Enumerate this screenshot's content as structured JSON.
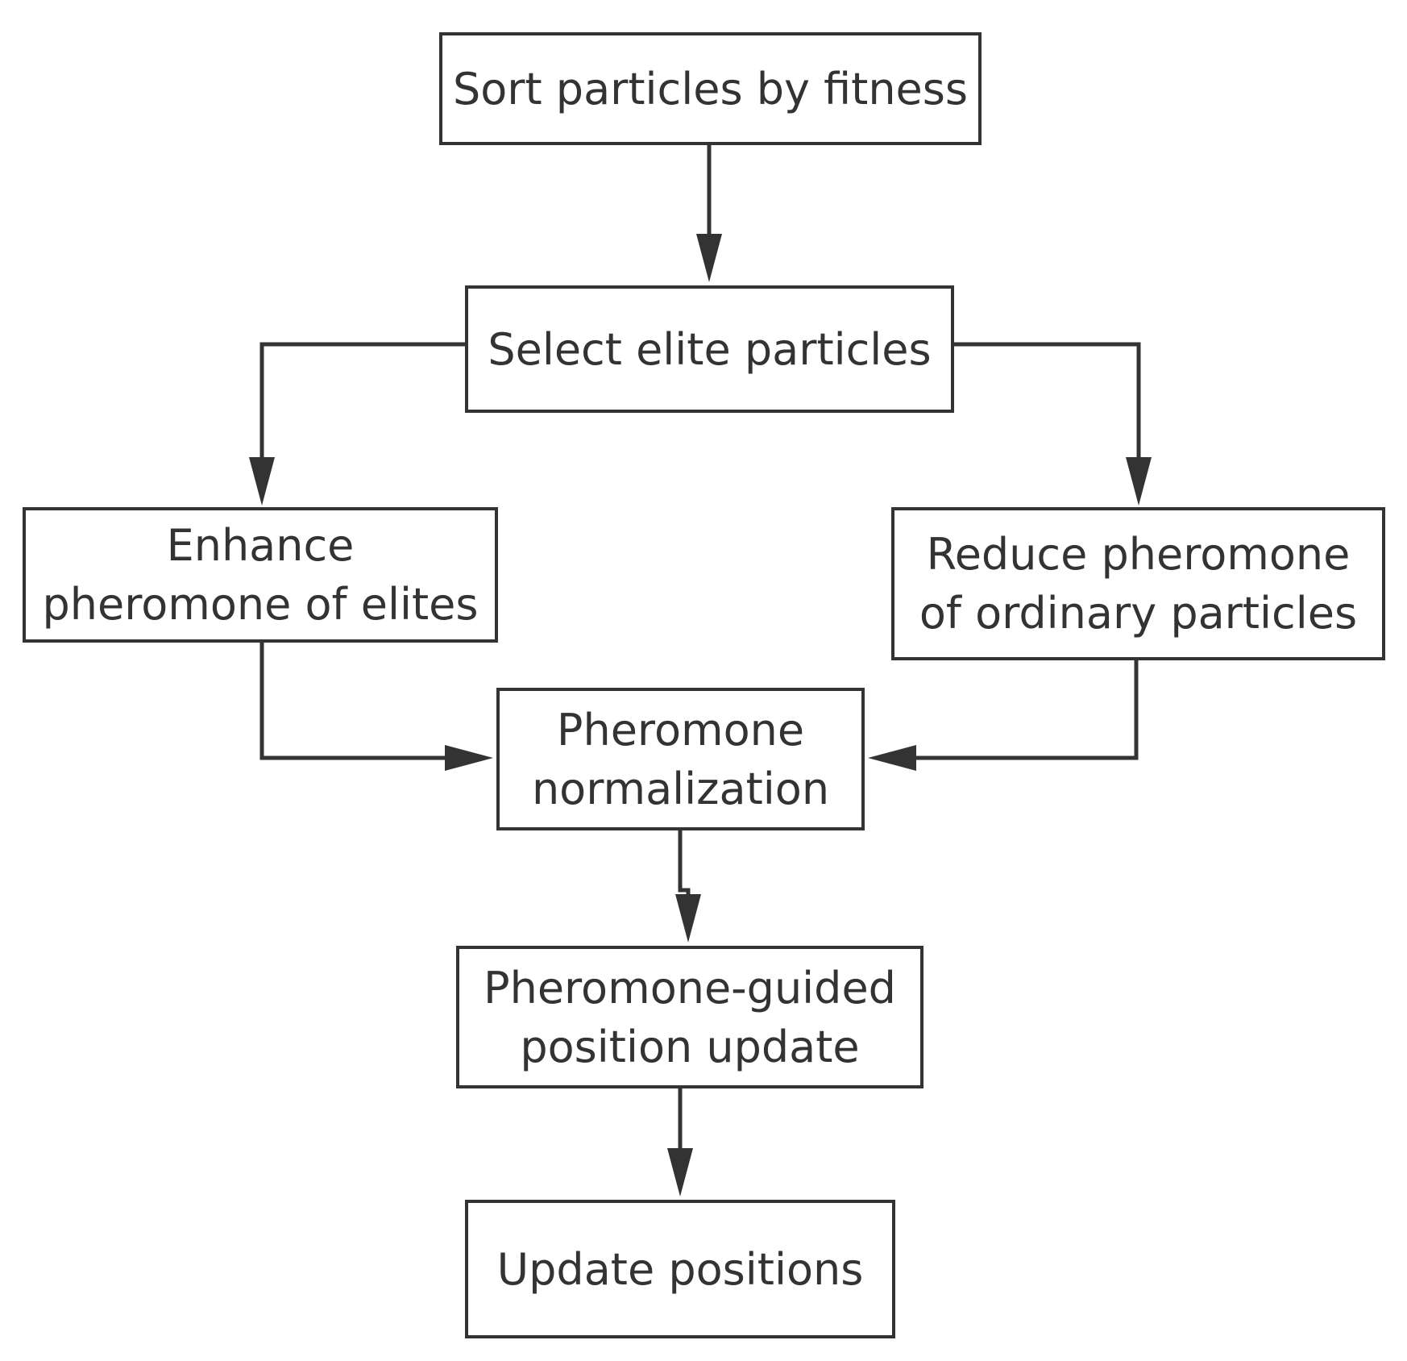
{
  "colors": {
    "stroke": "#333333",
    "text": "#333333",
    "background": "#ffffff"
  },
  "nodes": {
    "sort": {
      "lines": [
        "Sort particles by fitness"
      ]
    },
    "select": {
      "lines": [
        "Select elite particles"
      ]
    },
    "enhance": {
      "lines": [
        "Enhance",
        "pheromone of elites"
      ]
    },
    "reduce": {
      "lines": [
        "Reduce pheromone",
        "of ordinary particles"
      ]
    },
    "normalize": {
      "lines": [
        "Pheromone",
        "normalization"
      ]
    },
    "guided": {
      "lines": [
        "Pheromone-guided",
        "position update"
      ]
    },
    "update": {
      "lines": [
        "Update positions"
      ]
    }
  },
  "edges": [
    {
      "from": "sort",
      "to": "select"
    },
    {
      "from": "select",
      "to": "enhance"
    },
    {
      "from": "select",
      "to": "reduce"
    },
    {
      "from": "enhance",
      "to": "normalize"
    },
    {
      "from": "reduce",
      "to": "normalize"
    },
    {
      "from": "normalize",
      "to": "guided"
    },
    {
      "from": "guided",
      "to": "update"
    }
  ]
}
